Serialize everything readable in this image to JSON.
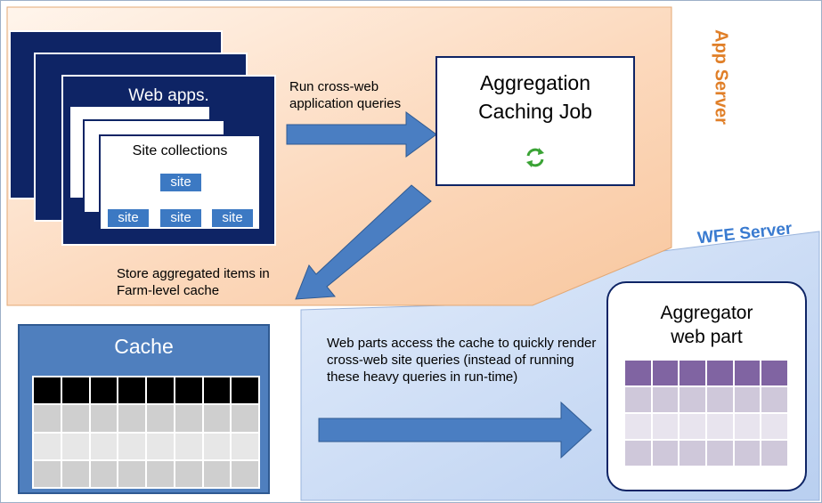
{
  "zones": {
    "app_server_label": "App Server",
    "wfe_server_label": "WFE Server"
  },
  "web_apps": {
    "title": "Web apps.",
    "site_collections_title": "Site collections",
    "root_site": "site",
    "child_sites": [
      "site",
      "site",
      "site"
    ]
  },
  "arrows": {
    "run_queries_label": "Run cross-web application queries",
    "store_label": "Store aggregated items in Farm-level cache",
    "access_label": "Web parts access the cache to quickly render cross-web site queries (instead of running these heavy queries in run-time)"
  },
  "job": {
    "title": "Aggregation Caching Job",
    "icon": "refresh-cycle-icon"
  },
  "cache": {
    "title": "Cache",
    "columns": 8,
    "rows": 4
  },
  "aggregator": {
    "title": "Aggregator web part",
    "columns": 6,
    "rows": 4
  },
  "colors": {
    "app_server_fill": "#fbd3b5",
    "app_server_label": "#e07f28",
    "wfe_server_fill": "#c9dbf5",
    "wfe_server_label": "#3a7bd0",
    "navy": "#0e2465",
    "arrow_blue": "#4a7ec2",
    "site_blue": "#3c79c3",
    "cache_blue": "#4f7fbe",
    "purple_header": "#8064a2",
    "refresh_green": "#3aa335"
  }
}
